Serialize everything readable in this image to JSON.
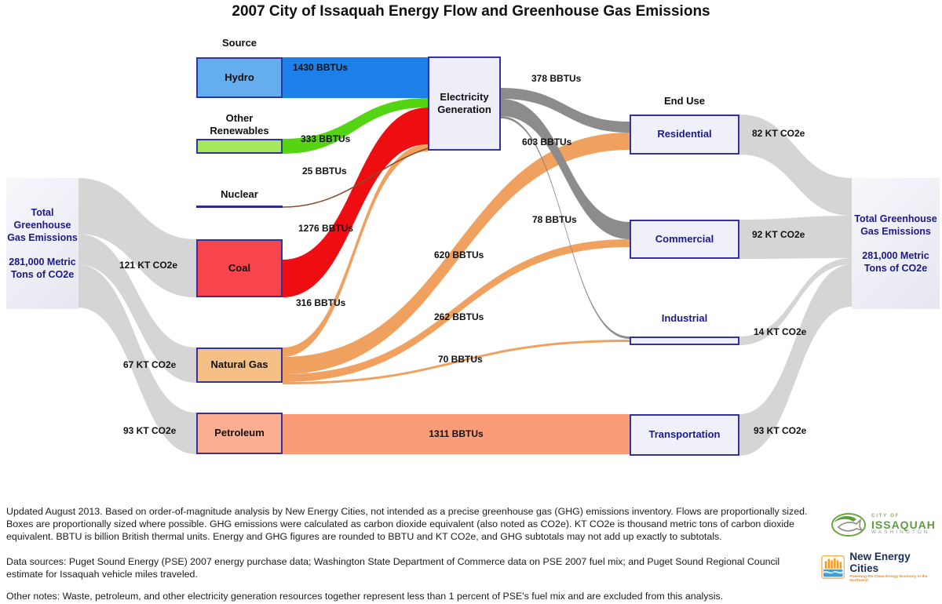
{
  "title": "2007 City of Issaquah Energy Flow and Greenhouse Gas Emissions",
  "section_labels": {
    "source": "Source",
    "end_use": "End Use"
  },
  "left_total": {
    "title": "Total Greenhouse Gas Emissions",
    "value": "281,000 Metric Tons of CO2e"
  },
  "right_total": {
    "title": "Total Greenhouse Gas Emissions",
    "value": "281,000 Metric Tons of CO2e"
  },
  "nodes": {
    "hydro": "Hydro",
    "other_renewables": "Other Renewables",
    "nuclear": "Nuclear",
    "coal": "Coal",
    "natural_gas": "Natural Gas",
    "petroleum": "Petroleum",
    "electricity_generation": "Electricity Generation",
    "residential": "Residential",
    "commercial": "Commercial",
    "industrial": "Industrial",
    "transportation": "Transportation"
  },
  "flow_labels": {
    "hydro_eg": "1430 BBTUs",
    "renew_eg": "333 BBTUs",
    "nuclear_eg": "25 BBTUs",
    "coal_eg": "1276 BBTUs",
    "ng_eg": "316 BBTUs",
    "eg_res": "378 BBTUs",
    "eg_com": "603 BBTUs",
    "eg_ind": "78 BBTUs",
    "ng_res": "620 BBTUs",
    "ng_com": "262 BBTUs",
    "ng_ind": "70 BBTUs",
    "pet_trans": "1311 BBTUs",
    "ghg_coal": "121 KT CO2e",
    "ghg_ng": "67 KT CO2e",
    "ghg_pet": "93 KT CO2e",
    "ghg_res": "82 KT CO2e",
    "ghg_com": "92 KT CO2e",
    "ghg_ind": "14 KT CO2e",
    "ghg_trans": "93 KT CO2e"
  },
  "chart_data": {
    "type": "sankey",
    "title": "2007 City of Issaquah Energy Flow and Greenhouse Gas Emissions",
    "units": {
      "energy": "BBTUs",
      "emissions": "KT CO2e"
    },
    "nodes": [
      "Total Greenhouse Gas Emissions",
      "Hydro",
      "Other Renewables",
      "Nuclear",
      "Coal",
      "Natural Gas",
      "Petroleum",
      "Electricity Generation",
      "Residential",
      "Commercial",
      "Industrial",
      "Transportation"
    ],
    "energy_links_bbtu": [
      {
        "source": "Hydro",
        "target": "Electricity Generation",
        "value": 1430
      },
      {
        "source": "Other Renewables",
        "target": "Electricity Generation",
        "value": 333
      },
      {
        "source": "Nuclear",
        "target": "Electricity Generation",
        "value": 25
      },
      {
        "source": "Coal",
        "target": "Electricity Generation",
        "value": 1276
      },
      {
        "source": "Natural Gas",
        "target": "Electricity Generation",
        "value": 316
      },
      {
        "source": "Electricity Generation",
        "target": "Residential",
        "value": 378
      },
      {
        "source": "Electricity Generation",
        "target": "Commercial",
        "value": 603
      },
      {
        "source": "Electricity Generation",
        "target": "Industrial",
        "value": 78
      },
      {
        "source": "Natural Gas",
        "target": "Residential",
        "value": 620
      },
      {
        "source": "Natural Gas",
        "target": "Commercial",
        "value": 262
      },
      {
        "source": "Natural Gas",
        "target": "Industrial",
        "value": 70
      },
      {
        "source": "Petroleum",
        "target": "Transportation",
        "value": 1311
      }
    ],
    "emission_links_kt_co2e": [
      {
        "source": "Total Greenhouse Gas Emissions",
        "target": "Coal",
        "value": 121
      },
      {
        "source": "Total Greenhouse Gas Emissions",
        "target": "Natural Gas",
        "value": 67
      },
      {
        "source": "Total Greenhouse Gas Emissions",
        "target": "Petroleum",
        "value": 93
      },
      {
        "source": "Residential",
        "target": "Total Greenhouse Gas Emissions",
        "value": 82
      },
      {
        "source": "Commercial",
        "target": "Total Greenhouse Gas Emissions",
        "value": 92
      },
      {
        "source": "Industrial",
        "target": "Total Greenhouse Gas Emissions",
        "value": 14
      },
      {
        "source": "Transportation",
        "target": "Total Greenhouse Gas Emissions",
        "value": 93
      }
    ],
    "total_emissions": "281,000 Metric Tons of CO2e"
  },
  "colors": {
    "hydro_flow": "#1d7fe8",
    "renewables_flow": "#55d414",
    "nuclear_flow": "#8a4a2a",
    "coal_flow": "#ee0d10",
    "natural_gas_flow": "#f1a15f",
    "petroleum_flow": "#fa9c78",
    "electricity_flow": "#8c8c8c",
    "ghg_flow": "#d5d5d5",
    "hydro_box": "#64aef0",
    "renewables_box": "#a6e85c",
    "coal_box": "#f8444c",
    "natural_gas_box": "#f5c086",
    "petroleum_box": "#fcae92",
    "node_box_bg": "#eef0f8",
    "node_border": "#3333a0",
    "label_navy": "#1a1a8c"
  },
  "footnotes": [
    "Updated August 2013. Based on order-of-magnitude analysis by New Energy Cities, not intended as a precise greenhouse gas (GHG) emissions inventory. Flows are proportionally sized. Boxes are proportionally sized where possible. GHG emissions were calculated as carbon dioxide equivalent (also noted as CO2e). KT CO2e is thousand metric tons of carbon dioxide equivalent. BBTU is billion British thermal units. Energy and GHG figures are rounded to BBTU and KT CO2e, and GHG subtotals may not add up exactly to subtotals.",
    "Data sources: Puget Sound Energy (PSE) 2007 energy purchase data; Washington State Department of Commerce data on PSE 2007 fuel mix; and Puget Sound Regional Council estimate for Issaquah vehicle miles traveled.",
    "Other notes:  Waste, petroleum, and other electricity generation resources together represent less than 1 percent of PSE's fuel mix and are excluded from this analysis."
  ],
  "logos": {
    "issaquah": {
      "line1": "CITY OF",
      "line2": "ISSAQUAH",
      "line3": "WASHINGTON"
    },
    "new_energy_cities": {
      "name": "New Energy Cities",
      "tagline": "Powering the Clean Energy Economy in the Northwest"
    }
  }
}
